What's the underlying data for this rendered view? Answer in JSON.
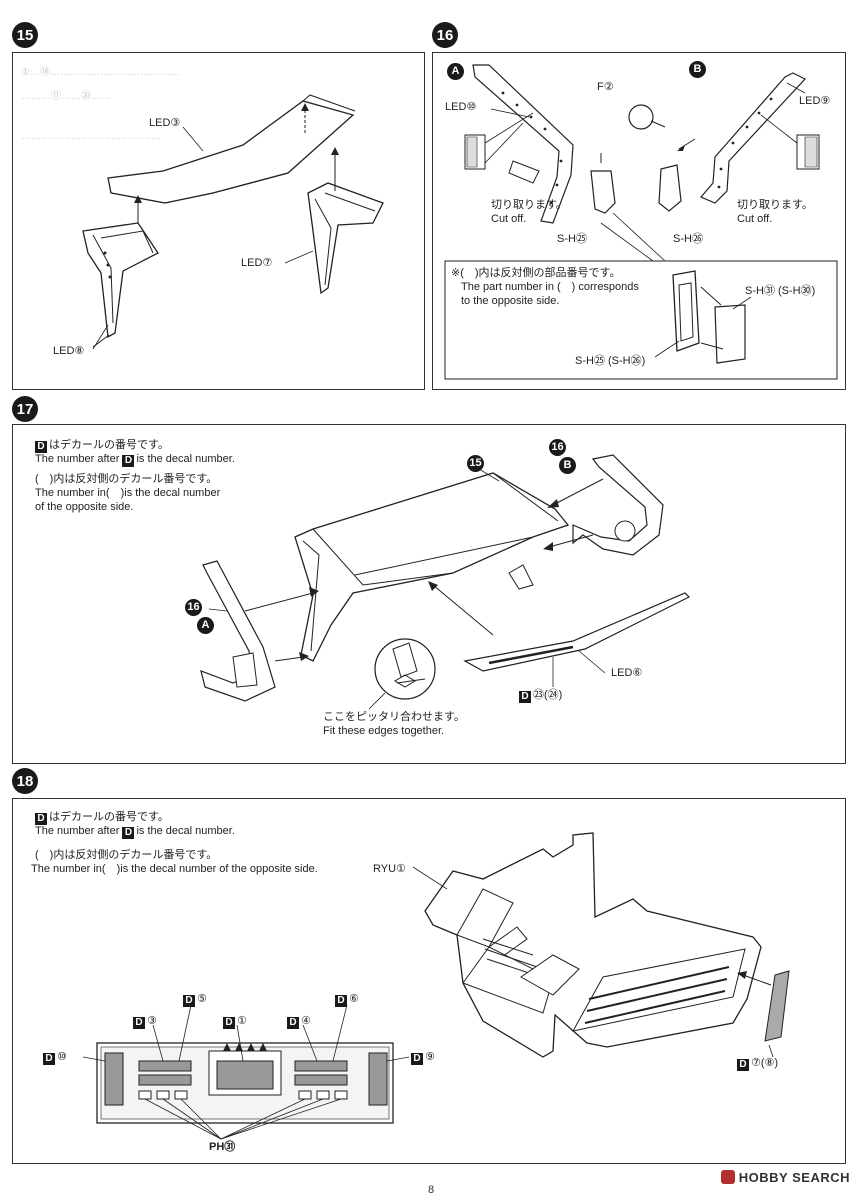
{
  "steps": {
    "s15": "15",
    "s16": "16",
    "s17": "17",
    "s18": "18"
  },
  "p15": {
    "led3": "LED③",
    "led7": "LED⑦",
    "led8": "LED⑧"
  },
  "p16": {
    "mark_a": "A",
    "mark_b": "B",
    "led10": "LED⑩",
    "led9": "LED⑨",
    "f2": "F②",
    "cut_jp_left": "切り取ります。",
    "cut_en_left": "Cut off.",
    "cut_jp_right": "切り取ります。",
    "cut_en_right": "Cut off.",
    "sh25": "S-H㉕",
    "sh26": "S-H㉖",
    "note_jp": "※(　)内は反対側の部品番号です。",
    "note_en1": "The part number in (　) corresponds",
    "note_en2": "to the opposite side.",
    "sh31": "S-H㉛ (S-H㉚)",
    "sh25_26": "S-H㉕ (S-H㉖)"
  },
  "p17": {
    "d_icon": "D",
    "line1_jp": "はデカールの番号です。",
    "line2_en_a": "The number after",
    "line2_en_b": "is the decal number.",
    "line3_jp": "(　)内は反対側のデカール番号です。",
    "line4_en": "The number in(　)is the decal number",
    "line5_en": "of the opposite side.",
    "ref15": "15",
    "ref16b": "16",
    "ref16a": "16",
    "mark_a": "A",
    "mark_b": "B",
    "led6": "LED⑥",
    "d23": "㉓(㉔)",
    "fit_jp": "ここをピッタリ合わせます。",
    "fit_en": "Fit these edges together."
  },
  "p18": {
    "d_icon": "D",
    "line1_jp": "はデカールの番号です。",
    "line2_en_a": "The number after",
    "line2_en_b": "is the decal number.",
    "line3_jp": "(　)内は反対側のデカール番号です。",
    "line4_en": "The number in(　)is the decal number of the opposite side.",
    "ryu1": "RYU①",
    "d5": "⑤",
    "d3": "③",
    "d1": "①",
    "d4": "④",
    "d6": "⑥",
    "d10": "⑩",
    "d9": "⑨",
    "d7": "⑦(⑧)",
    "ph31": "PH㉛"
  },
  "footer": {
    "page": "8",
    "brand": "HOBBY SEARCH"
  }
}
